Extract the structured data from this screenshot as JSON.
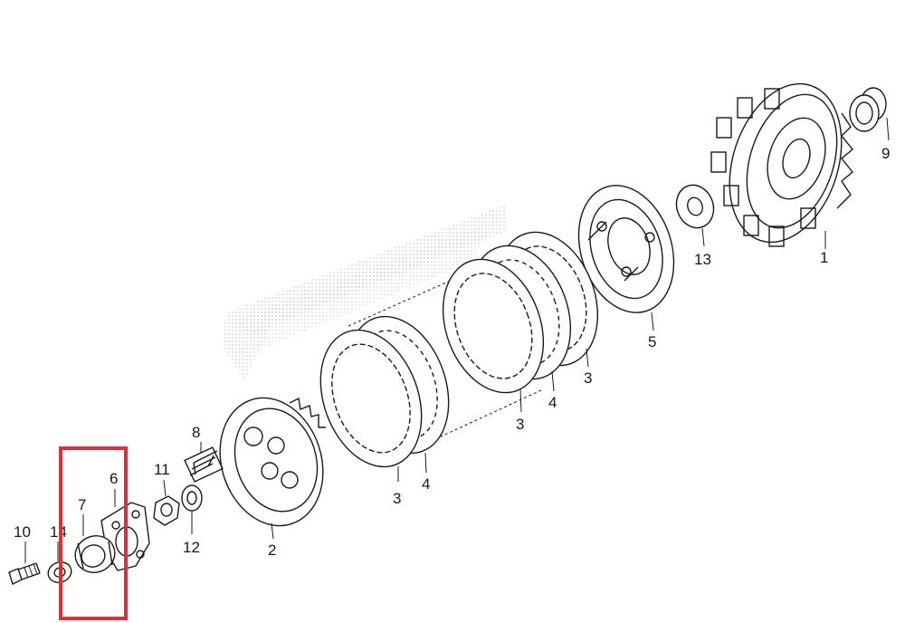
{
  "callouts": {
    "c1": "1",
    "c2": "2",
    "c3a": "3",
    "c3b": "3",
    "c3c": "3",
    "c4a": "4",
    "c4b": "4",
    "c5": "5",
    "c6": "6",
    "c7": "7",
    "c8": "8",
    "c9": "9",
    "c10": "10",
    "c11": "11",
    "c12": "12",
    "c13": "13",
    "c14": "14"
  },
  "highlight": {
    "color": "#d9303a",
    "parts": [
      "6",
      "7"
    ]
  },
  "line_color": "#1a1a1a",
  "shade_color": "#bdbdbd"
}
